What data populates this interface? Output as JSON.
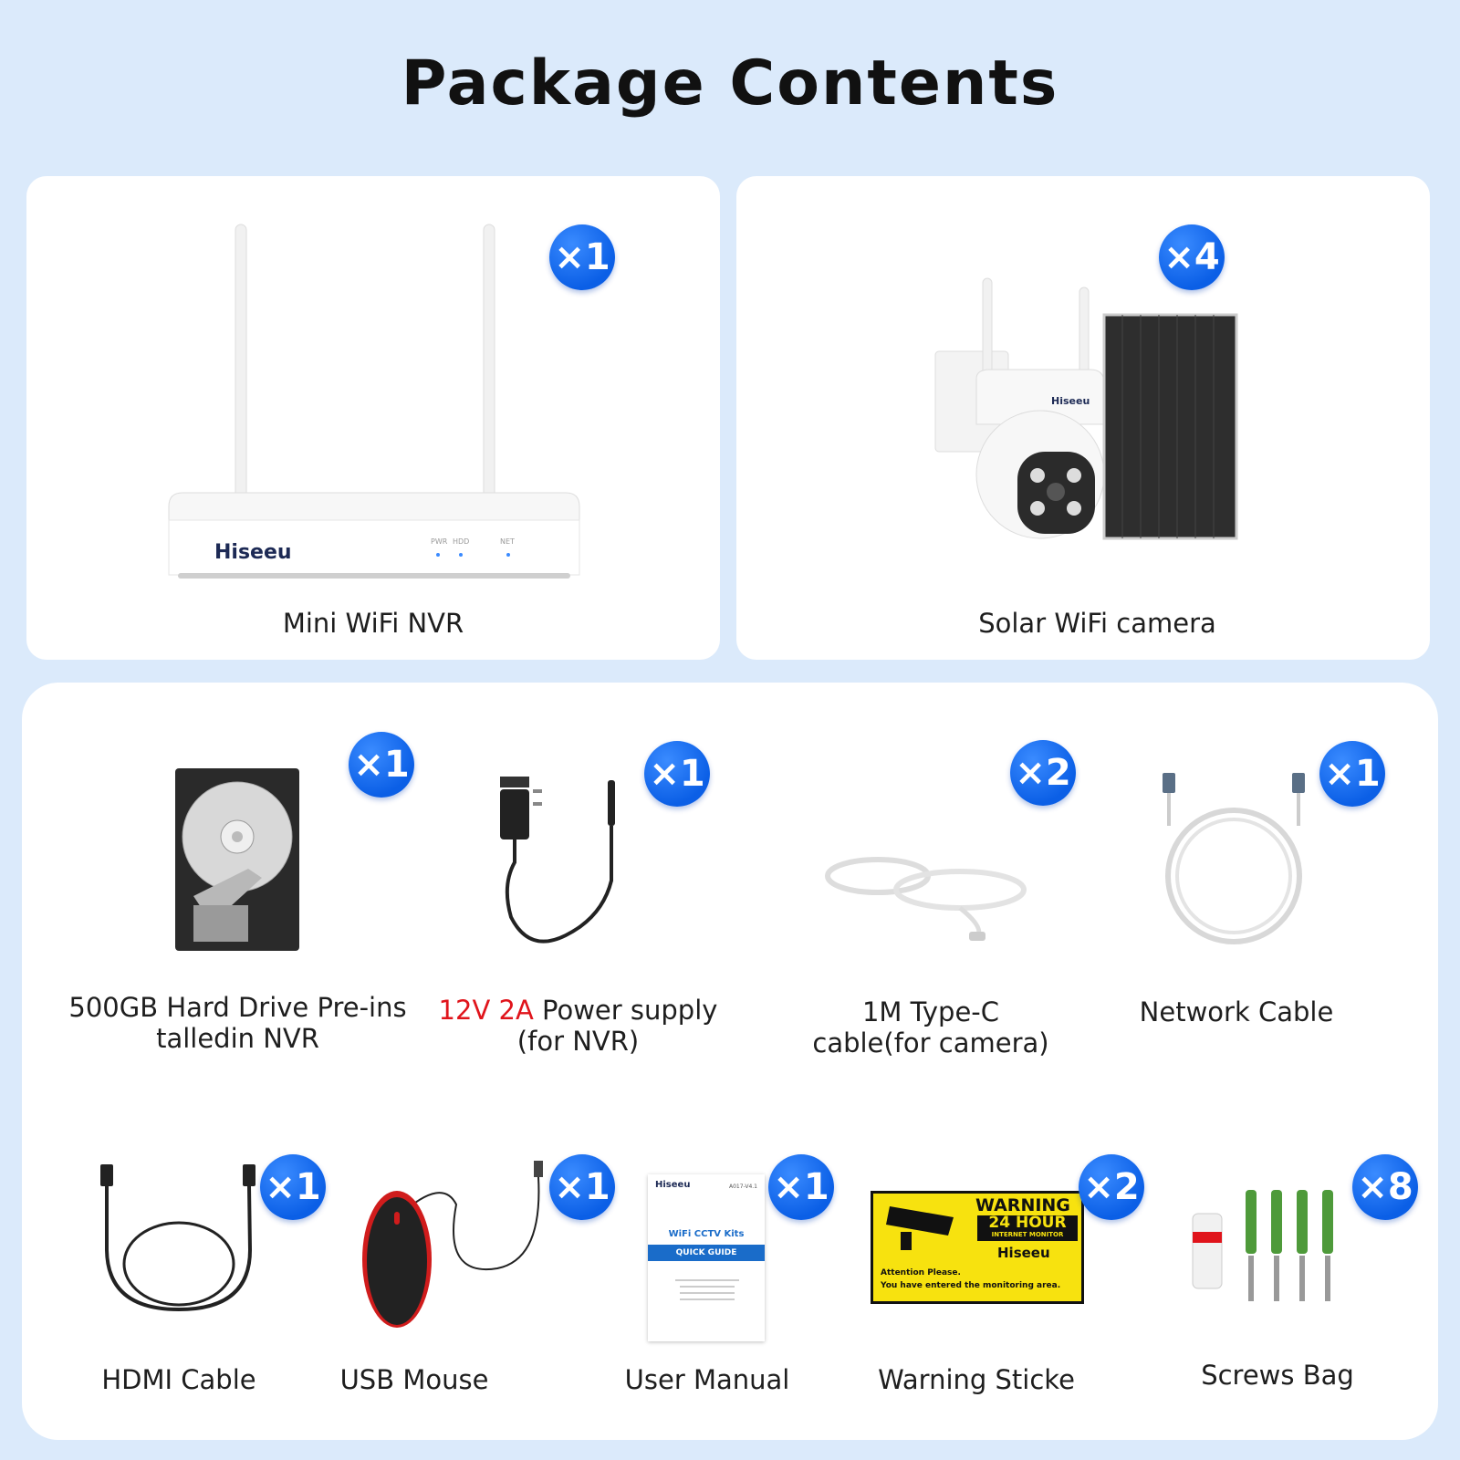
{
  "title": "Package Contents",
  "brand": "Hiseeu",
  "accent_color": "#0b5fe6",
  "top_items": [
    {
      "label": "Mini WiFi NVR",
      "qty": "×1",
      "icon": "nvr-icon"
    },
    {
      "label": "Solar WiFi camera",
      "qty": "×4",
      "icon": "solar-camera-icon"
    }
  ],
  "mid_items": [
    {
      "label_line1": "500GB Hard Drive Pre-ins",
      "label_line2": "talledin NVR",
      "qty": "×1",
      "icon": "hard-drive-icon"
    },
    {
      "label_red": "12V 2A",
      "label_rest": " Power supply",
      "label_line2": "(for NVR)",
      "qty": "×1",
      "icon": "power-adapter-icon"
    },
    {
      "label_line1": "1M Type-C",
      "label_line2": "cable(for camera)",
      "qty": "×2",
      "icon": "usb-c-cable-icon"
    },
    {
      "label_line1": "Network Cable",
      "qty": "×1",
      "icon": "network-cable-icon"
    }
  ],
  "bottom_items": [
    {
      "label": "HDMI Cable",
      "qty": "×1",
      "icon": "hdmi-cable-icon"
    },
    {
      "label": "USB Mouse",
      "qty": "×1",
      "icon": "mouse-icon"
    },
    {
      "label": "User Manual",
      "qty": "×1",
      "icon": "manual-icon"
    },
    {
      "label": "Warning Sticke",
      "qty": "×2",
      "icon": "warning-sticker-icon"
    },
    {
      "label": "Screws Bag",
      "qty": "×8",
      "icon": "screws-icon"
    }
  ],
  "nvr_leds": [
    "PWR",
    "HDD",
    "NET"
  ],
  "manual": {
    "code": "A017-V4.1",
    "line1": "WiFi CCTV Kits",
    "line2": "QUICK GUIDE"
  },
  "sticker": {
    "line1": "WARNING",
    "line2": "24 HOUR",
    "line3": "INTERNET MONITOR",
    "line4": "Attention Please.",
    "line5": "You have entered the monitoring area."
  }
}
